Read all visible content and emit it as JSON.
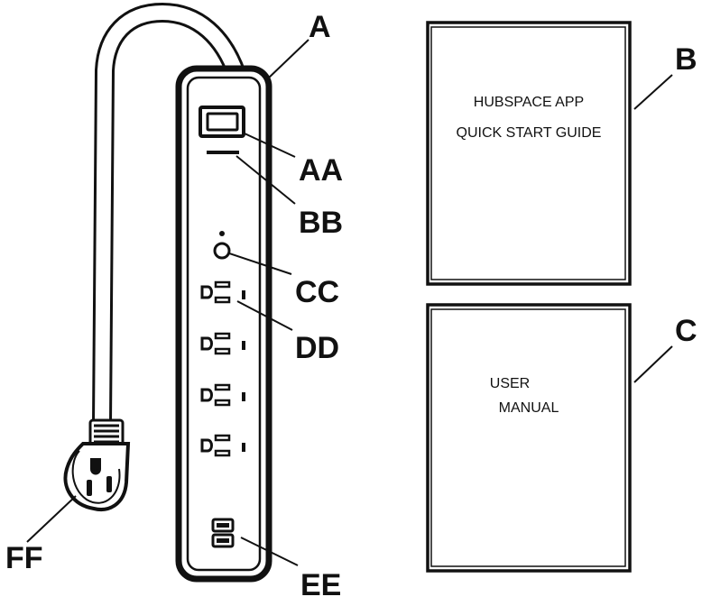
{
  "callouts": {
    "a": "A",
    "aa": "AA",
    "bb": "BB",
    "b": "B",
    "cc": "CC",
    "c": "C",
    "dd": "DD",
    "ee": "EE",
    "ff": "FF"
  },
  "guide": {
    "line1": "HUBSPACE APP",
    "line2": "QUICK START GUIDE"
  },
  "manual": {
    "line1": "USER",
    "line2": "MANUAL"
  },
  "colors": {
    "ink": "#111111",
    "paper": "#ffffff"
  }
}
